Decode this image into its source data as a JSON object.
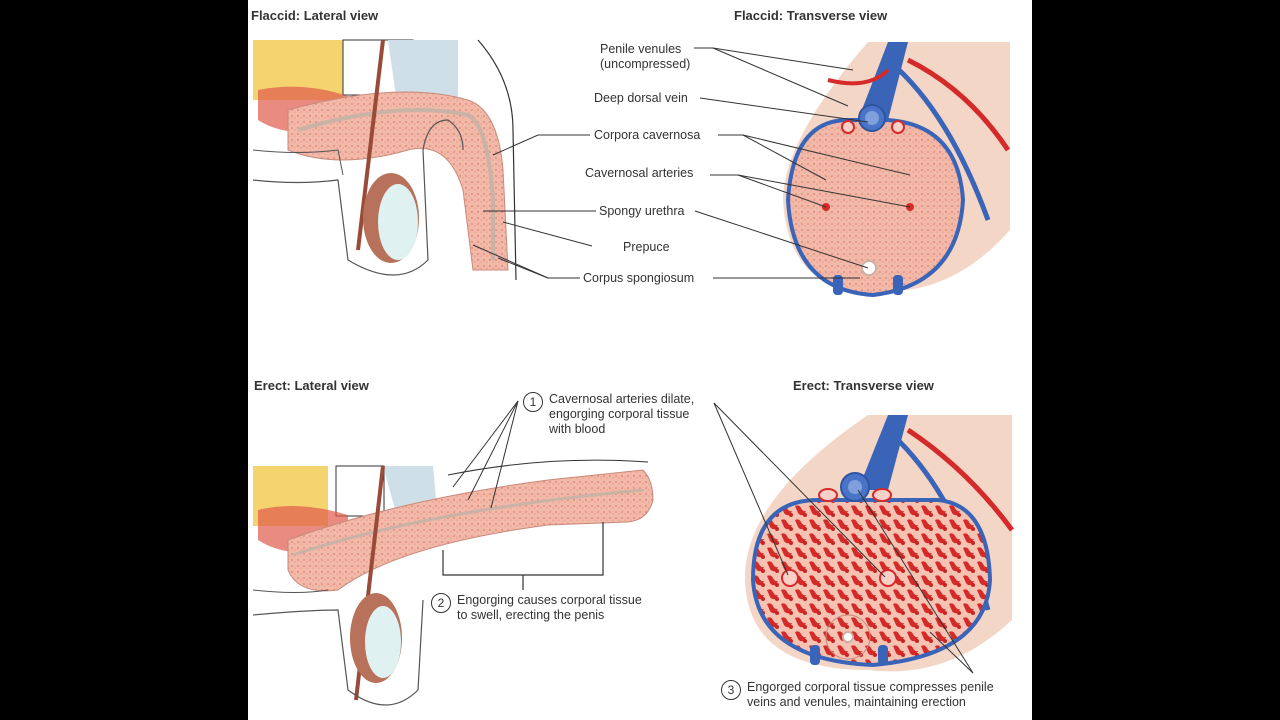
{
  "panels": {
    "flaccid_lateral": {
      "title": "Flaccid: Lateral view"
    },
    "flaccid_transverse": {
      "title": "Flaccid: Transverse view"
    },
    "erect_lateral": {
      "title": "Erect: Lateral view"
    },
    "erect_transverse": {
      "title": "Erect: Transverse view"
    }
  },
  "labels": {
    "penile_venules": [
      "Penile venules",
      "(uncompressed)"
    ],
    "deep_dorsal_vein": "Deep dorsal vein",
    "corpora_cavernosa": "Corpora cavernosa",
    "cavernosal_arteries": "Cavernosal arteries",
    "spongy_urethra": "Spongy urethra",
    "prepuce": "Prepuce",
    "corpus_spongiosum": "Corpus spongiosum"
  },
  "steps": [
    {
      "number": "1",
      "lines": [
        "Cavernosal arteries dilate,",
        "engorging corporal tissue",
        "with blood"
      ]
    },
    {
      "number": "2",
      "lines": [
        "Engorging causes corporal tissue",
        "to swell, erecting the penis"
      ]
    },
    {
      "number": "3",
      "lines": [
        "Engorged corporal tissue compresses penile",
        "veins and venules, maintaining erection"
      ]
    }
  ],
  "colors": {
    "background_frame": "#000000",
    "figure_bg": "#ffffff",
    "tissue_pink": "#f2b8a8",
    "tissue_dark": "#e07a6a",
    "vein_blue": "#3a64b8",
    "artery_red": "#d42a2a",
    "skin": "#f3d6c6",
    "fat_yellow": "#f2c94c",
    "epididymis": "#b8715a",
    "testis": "#dff1f0",
    "label_text": "#333333"
  }
}
